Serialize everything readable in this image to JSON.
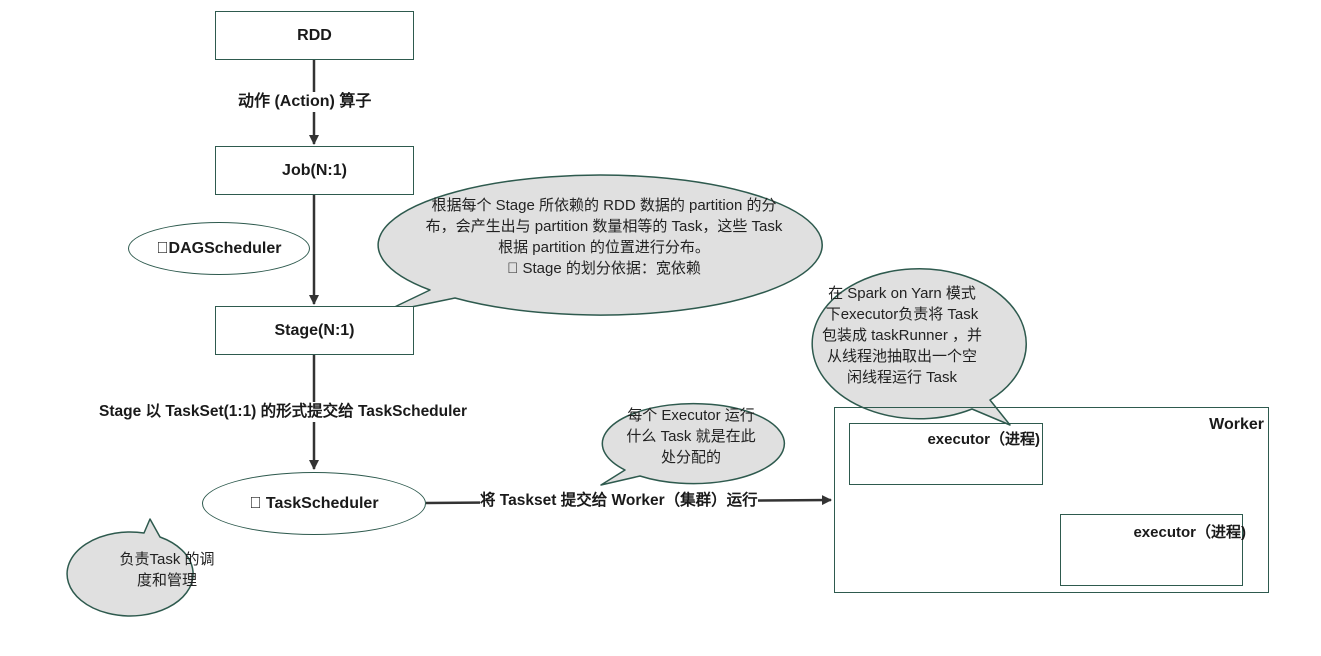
{
  "colors": {
    "stroke": "#2e5a4e",
    "bubble_fill": "#e0e0e0",
    "arrow": "#333333",
    "text": "#1a1a1a"
  },
  "nodes": {
    "rdd": "RDD",
    "job": "Job(N:1)",
    "stage": "Stage(N:1)",
    "dag_scheduler": "DAGScheduler",
    "task_scheduler": " TaskScheduler",
    "worker": "Worker",
    "executor_1": "executor（进程)",
    "executor_2": "executor（进程)"
  },
  "edge_labels": {
    "action": "动作 (Action) 算子",
    "taskset": "Stage 以 TaskSet(1:1) 的形式提交给 TaskScheduler",
    "submit": "将 Taskset 提交给 Worker（集群）运行"
  },
  "callouts": {
    "stage_note": {
      "lines": [
        "根据每个 Stage 所依赖的 RDD 数据的 partition 的分",
        "布，会产生出与 partition 数量相等的 Task，这些 Task",
        "根据 partition 的位置进行分布。",
        " Stage 的划分依据：宽依赖"
      ]
    },
    "executor_note": {
      "lines": [
        "每个 Executor 运行",
        "什么 Task 就是在此",
        "处分配的"
      ]
    },
    "scheduler_note": {
      "lines": [
        "负责Task 的调",
        "度和管理"
      ]
    },
    "yarn_note": {
      "lines": [
        "在 Spark on Yarn 模式",
        "下executor负责将 Task",
        "包装成 taskRunner ，并",
        "从线程池抽取出一个空",
        "闲线程运行 Task"
      ]
    }
  }
}
